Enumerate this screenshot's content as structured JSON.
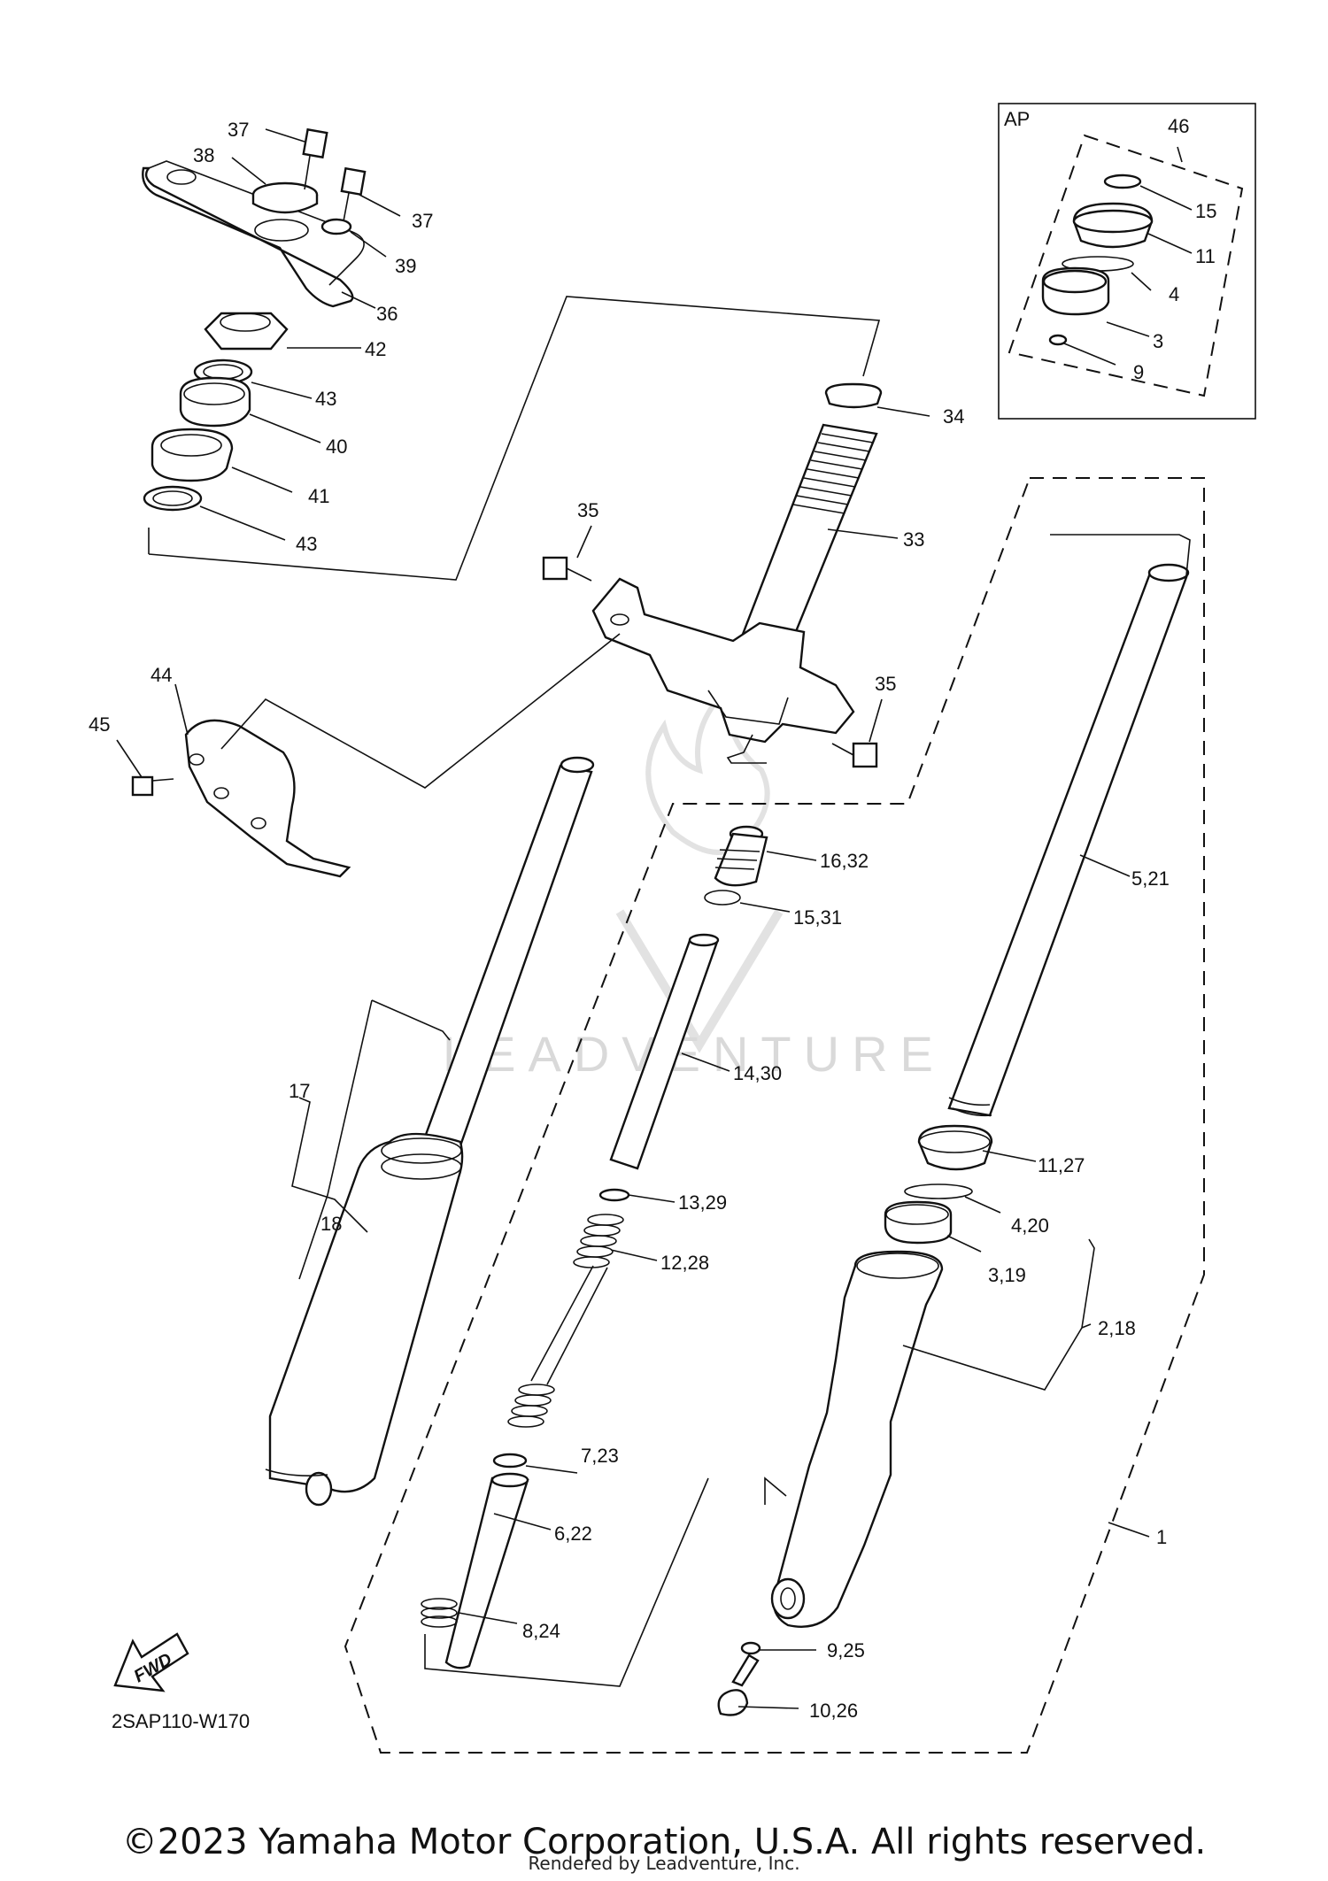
{
  "labels": {
    "p1": "1",
    "p2_18": "2,18",
    "p3": "3",
    "p3_19": "3,19",
    "p4": "4",
    "p4_20": "4,20",
    "p5_21": "5,21",
    "p6_22": "6,22",
    "p7_23": "7,23",
    "p8_24": "8,24",
    "p9": "9",
    "p9_25": "9,25",
    "p10_26": "10,26",
    "p11": "11",
    "p11_27": "11,27",
    "p12_28": "12,28",
    "p13_29": "13,29",
    "p14_30": "14,30",
    "p15": "15",
    "p15_31": "15,31",
    "p16_32": "16,32",
    "p17": "17",
    "p18": "18",
    "p33": "33",
    "p34": "34",
    "p35_a": "35",
    "p35_b": "35",
    "p36": "36",
    "p37_a": "37",
    "p37_b": "37",
    "p38": "38",
    "p39": "39",
    "p40": "40",
    "p41": "41",
    "p42": "42",
    "p43_a": "43",
    "p43_b": "43",
    "p44": "44",
    "p45": "45",
    "p46": "46"
  },
  "inset_title": "AP",
  "fwd_label": "FWD",
  "diagram_code": "2SAP110-W170",
  "watermark": "LEADVENTURE",
  "copyright": "©2023 Yamaha Motor Corporation, U.S.A. All rights reserved.",
  "rendered_by": "Rendered by Leadventure, Inc."
}
